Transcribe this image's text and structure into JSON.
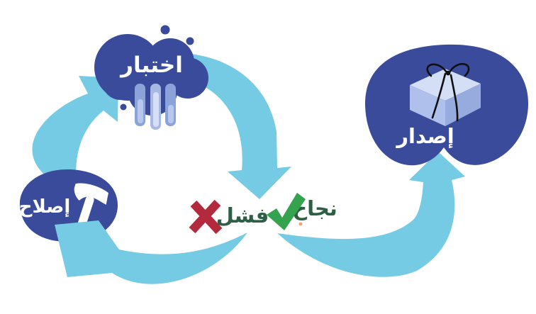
{
  "colors": {
    "background": "#ffffff",
    "node_blue": "#3a4b9c",
    "arrow_blue": "#76cbe4",
    "label_white": "#ffffff",
    "success_text_green": "#2e5f46",
    "check_green": "#35a24e",
    "fail_red": "#b32a3c",
    "tube_outer": "#8ba3d9",
    "tube_inner": "#b8c8ec",
    "tube_mid_outer": "#a7b8e4",
    "tube_mid_inner": "#d6dff6",
    "box_top": "#d4def5",
    "box_left": "#b0c0ec",
    "box_right": "#98abdf",
    "ribbon_black": "#101010",
    "speck_orange": "#f0a070"
  },
  "nodes": {
    "test": {
      "label": "اختبار",
      "icon": "test-tubes-icon"
    },
    "fix": {
      "label": "إصلاح",
      "icon": "hammer-icon"
    },
    "release": {
      "label": "إصدار",
      "icon": "gift-box-icon"
    }
  },
  "decision": {
    "success_label": "نجاح",
    "failure_label": "فشل",
    "success_icon": "checkmark-icon",
    "failure_icon": "x-mark-icon"
  }
}
